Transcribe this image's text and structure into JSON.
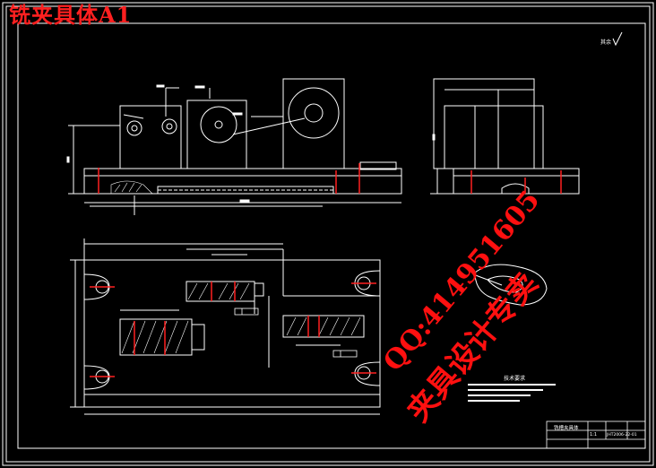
{
  "title": "铣夹具体A1",
  "watermark": {
    "qq": "QQ:414951605",
    "design": "夹具设计专卖"
  },
  "roughness_label": "其余",
  "tech_requirements_title": "技术要求",
  "title_block": {
    "part_name": "铣槽夹具体",
    "drawing_number": "JHT2006-22-01",
    "scale": "1:1"
  },
  "colors": {
    "background": "#000000",
    "lines": "#ffffff",
    "accent": "#ff2020"
  }
}
